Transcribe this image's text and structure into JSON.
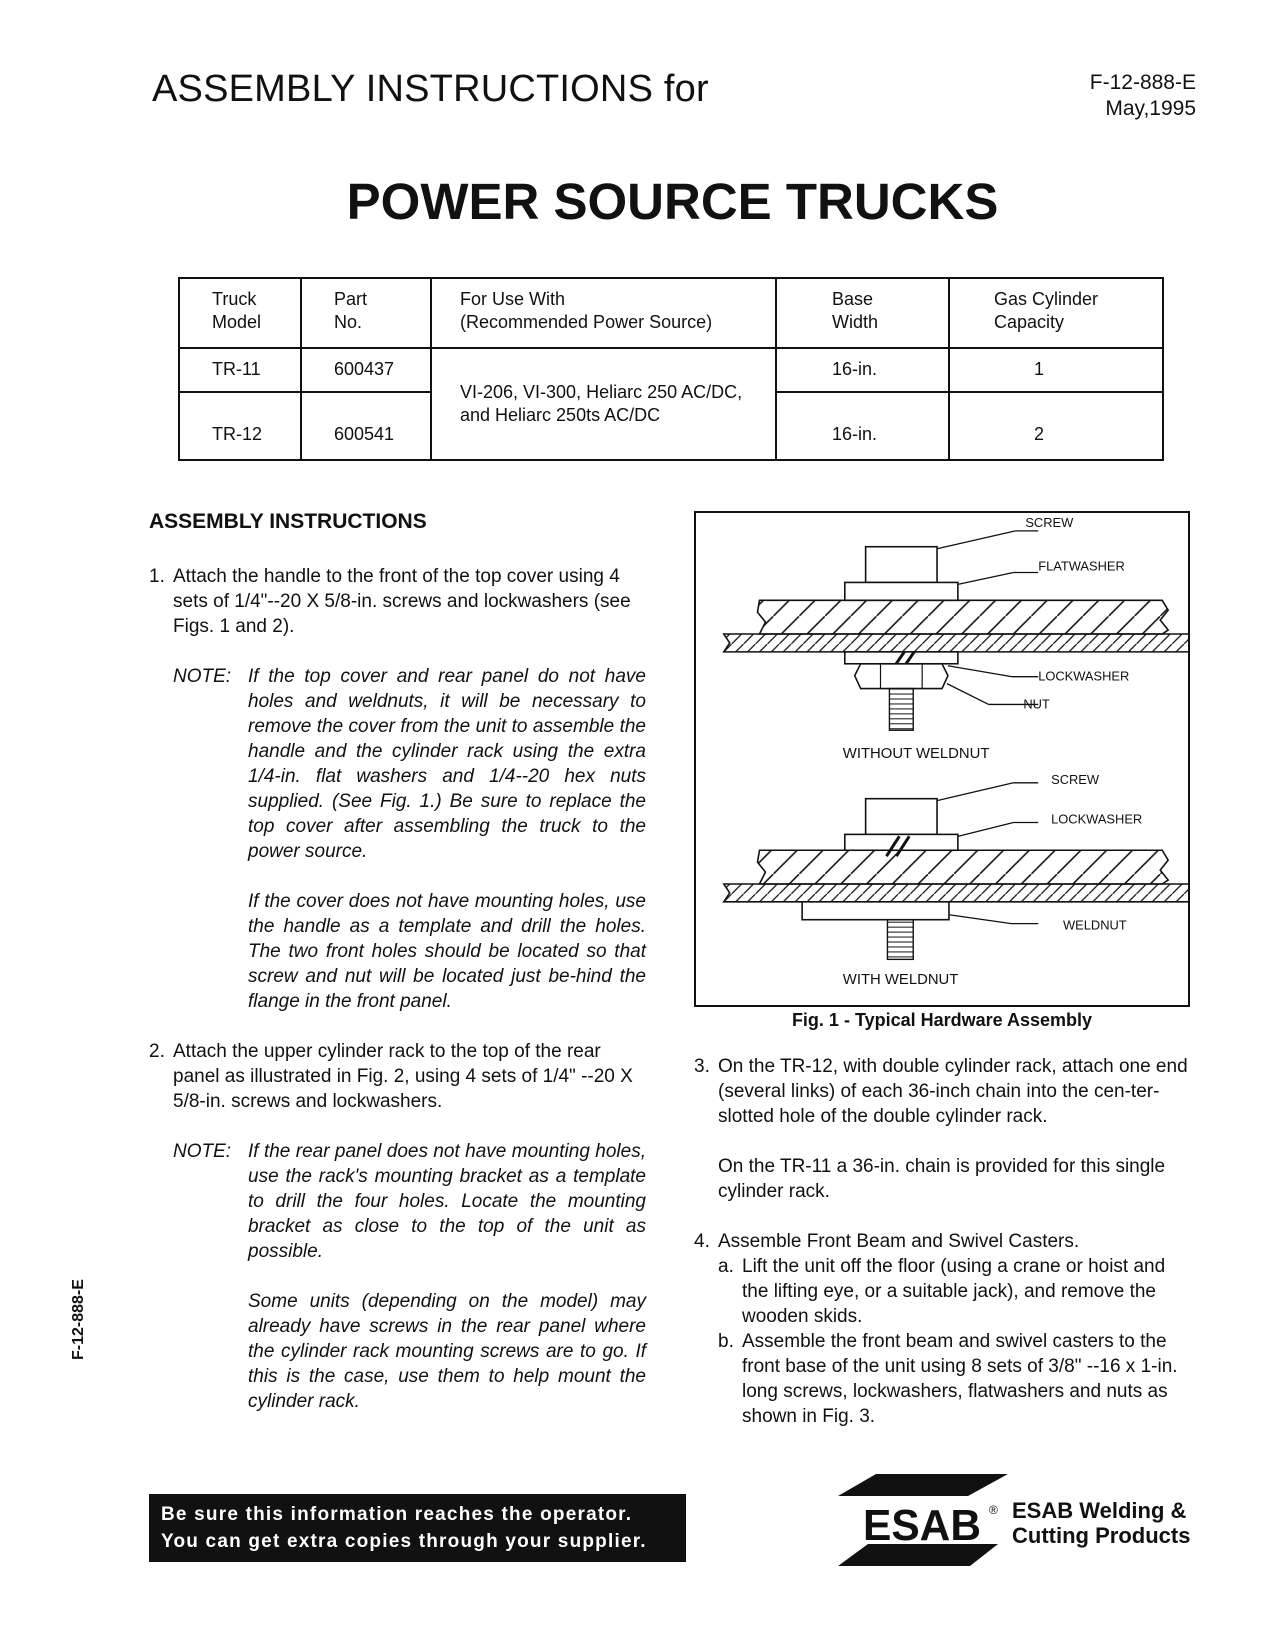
{
  "header": {
    "title": "ASSEMBLY INSTRUCTIONS for",
    "doc_number": "F-12-888-E",
    "date": "May,1995",
    "main_title": "POWER SOURCE TRUCKS"
  },
  "table": {
    "headers": [
      [
        "Truck",
        "Model"
      ],
      [
        "Part",
        "No."
      ],
      [
        "For Use With",
        "(Recommended Power Source)"
      ],
      [
        "Base",
        "Width"
      ],
      [
        "Gas Cylinder",
        "Capacity"
      ]
    ],
    "rows": [
      {
        "model": "TR-11",
        "part": "600437",
        "width": "16-in.",
        "capacity": "1"
      },
      {
        "model": "TR-12",
        "part": "600541",
        "width": "16-in.",
        "capacity": "2"
      }
    ],
    "use_with": [
      "VI-206, VI-300, Heliarc 250 AC/DC,",
      "and Heliarc 250ts AC/DC"
    ]
  },
  "instructions": {
    "heading": "ASSEMBLY INSTRUCTIONS",
    "step1": {
      "num": "1.",
      "text": "Attach the handle to the front of the top cover using 4 sets of 1/4\"--20 X 5/8-in. screws and lockwashers (see Figs. 1 and 2).",
      "note_label": "NOTE:",
      "note_p1": "If the top cover and rear panel do not have holes and weldnuts, it will be necessary to remove the cover from the unit to assemble the handle and the cylinder rack using the extra 1/4-in. flat washers and 1/4--20 hex nuts supplied.  (See Fig. 1.)  Be sure to replace the top cover after assembling the truck to the power source.",
      "note_p2": "If the cover  does not have mounting holes, use the handle as a template and drill the holes.  The two front holes should be located so that screw and nut will be located just be-hind the flange in the front panel."
    },
    "step2": {
      "num": "2.",
      "text": "Attach the upper cylinder rack to the top of the rear panel as illustrated in Fig. 2, using 4 sets of 1/4\" --20 X 5/8-in. screws and lockwashers.",
      "note_label": "NOTE:",
      "note_p1": "If the rear panel does not have mounting holes, use the rack's mounting bracket as a template to drill the four holes.  Locate the mounting bracket as close to the top of the unit as possible.",
      "note_p2": "Some units (depending on the model) may already have screws in the rear panel where the cylinder rack mounting screws are to go.  If this is the case, use them to help mount the cylinder rack."
    },
    "step3": {
      "num": "3.",
      "text": "On the TR-12, with double cylinder rack, attach one end (several links) of each 36-inch chain into the cen-ter-slotted hole of the double cylinder rack.",
      "para": "On the TR-11 a 36-in. chain is provided for this single cylinder rack."
    },
    "step4": {
      "num": "4.",
      "text": "Assemble Front Beam and Swivel Casters.",
      "a_label": "a.",
      "a_text": "Lift the unit off the floor (using a crane or hoist and the lifting eye, or a suitable jack), and remove the wooden skids.",
      "b_label": "b.",
      "b_text": "Assemble the front beam and swivel casters to the front base of the unit using 8 sets of 3/8\" --16 x 1-in. long screws, lockwashers, flatwashers and nuts as shown in Fig. 3."
    }
  },
  "figure": {
    "caption": "Fig. 1 - Typical Hardware Assembly",
    "labels": {
      "screw_top": "SCREW",
      "flatwasher": "FLATWASHER",
      "lockwasher_top": "LOCKWASHER",
      "nut": "NUT",
      "without": "WITHOUT WELDNUT",
      "screw_bottom": "SCREW",
      "lockwasher_bottom": "LOCKWASHER",
      "weldnut": "WELDNUT",
      "with": "WITH WELDNUT"
    }
  },
  "side_label": "F-12-888-E",
  "notice": {
    "line1": "Be sure  this information  reaches  the operator.",
    "line2": "You can get extra  copies through your supplier."
  },
  "brand": {
    "logo_text": "ESAB",
    "registered": "®",
    "company_line1": "ESAB  Welding &",
    "company_line2": "Cutting Products"
  }
}
